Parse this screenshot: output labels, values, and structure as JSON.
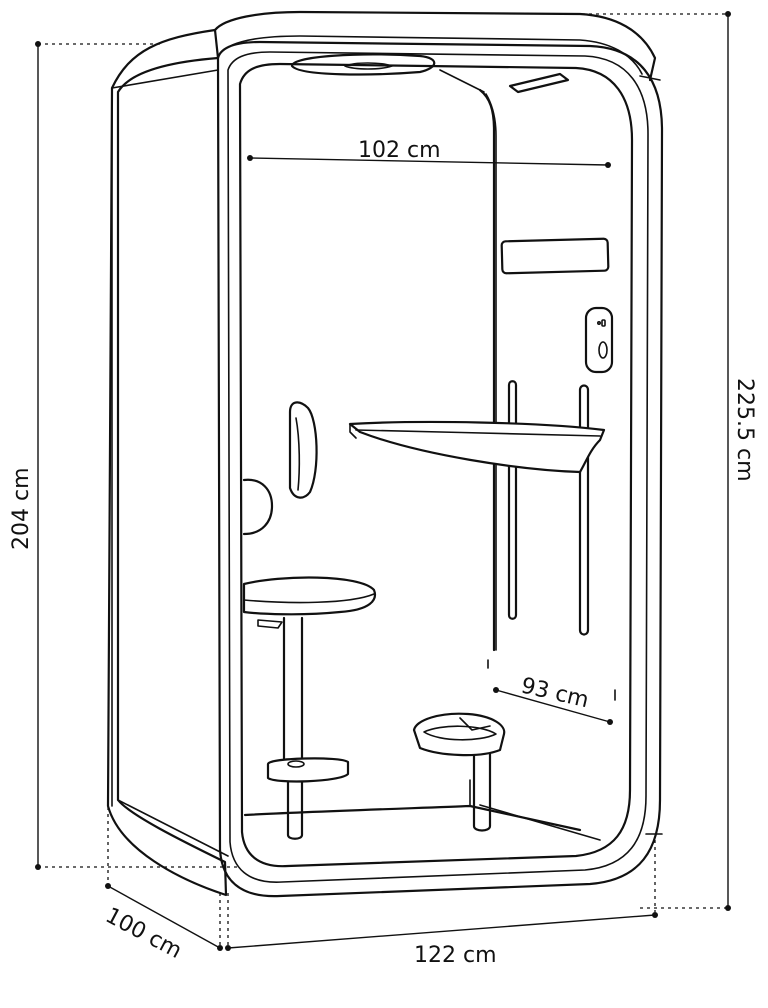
{
  "dimensions": {
    "inner_width": "102 cm",
    "inner_depth": "93 cm",
    "total_height": "225.5 cm",
    "inner_height": "204 cm",
    "outer_width": "122 cm",
    "outer_depth": "100 cm"
  },
  "colors": {
    "line": "#111111",
    "background": "#ffffff"
  }
}
